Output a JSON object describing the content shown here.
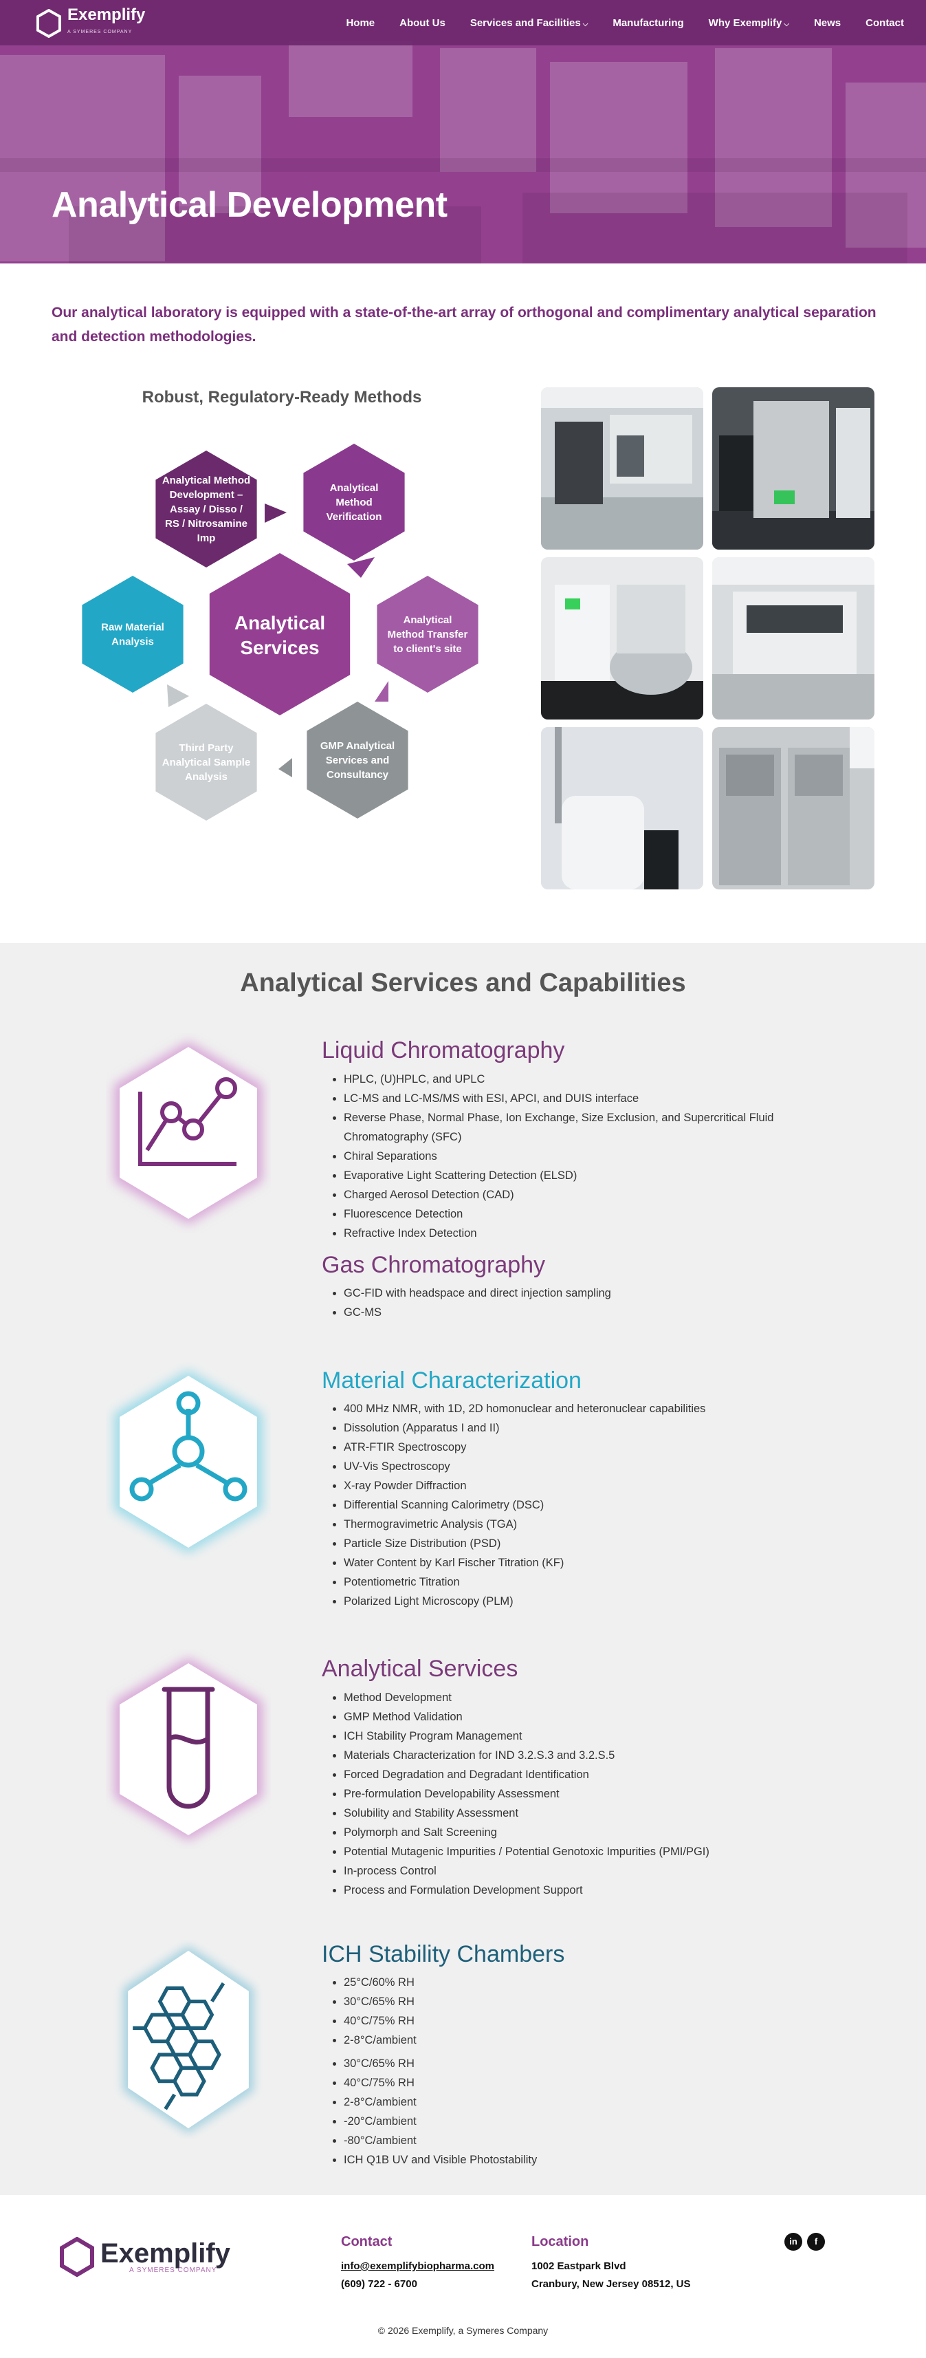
{
  "nav": {
    "logo_text": "Exemplify",
    "logo_sub": "A SYMERES COMPANY",
    "links": [
      {
        "label": "Home",
        "dropdown": false
      },
      {
        "label": "About Us",
        "dropdown": false
      },
      {
        "label": "Services and Facilities",
        "dropdown": true
      },
      {
        "label": "Manufacturing",
        "dropdown": false
      },
      {
        "label": "Why Exemplify",
        "dropdown": true
      },
      {
        "label": "News",
        "dropdown": false
      },
      {
        "label": "Contact",
        "dropdown": false
      }
    ],
    "chevron": "⌵"
  },
  "hero": {
    "title": "Analytical Development"
  },
  "intro": "Our analytical laboratory is equipped with a state-of-the-art array of orthogonal and complimentary analytical separation and detection methodologies.",
  "diagram": {
    "title": "Robust, Regulatory-Ready Methods",
    "center": [
      "Analytical",
      "Services"
    ],
    "nodes": [
      {
        "lines": [
          "Analytical Method",
          "Development –",
          "Assay / Disso /",
          "RS / Nitrosamine",
          "Imp"
        ]
      },
      {
        "lines": [
          "Analytical",
          "Method",
          "Verification"
        ]
      },
      {
        "lines": [
          "Analytical",
          "Method Transfer",
          "to client's site"
        ]
      },
      {
        "lines": [
          "GMP Analytical",
          "Services and",
          "Consultancy"
        ]
      },
      {
        "lines": [
          "Third Party",
          "Analytical Sample",
          "Analysis"
        ]
      },
      {
        "lines": [
          "Raw Material",
          "Analysis"
        ]
      }
    ]
  },
  "capabilities": {
    "title": "Analytical Services and Capabilities",
    "categories": [
      {
        "title": "Liquid Chromatography",
        "items": [
          "HPLC, (U)HPLC, and UPLC",
          "LC-MS and LC-MS/MS with ESI, APCI, and DUIS interface",
          "Reverse Phase, Normal Phase, Ion Exchange, Size Exclusion, and Supercritical Fluid",
          "Chiral Separations",
          "Evaporative Light Scattering Detection (ELSD)",
          "Charged Aerosol Detection (CAD)",
          "Fluorescence Detection",
          "Refractive Index Detection"
        ],
        "wrap_line": "Chromatography (SFC)"
      },
      {
        "title": "Gas Chromatography",
        "items": [
          "GC-FID with headspace and direct injection sampling",
          "GC-MS"
        ]
      },
      {
        "title": "Material Characterization",
        "items": [
          "400 MHz NMR, with 1D, 2D homonuclear and heteronuclear capabilities",
          "Dissolution (Apparatus I and II)",
          "ATR-FTIR Spectroscopy",
          "UV-Vis Spectroscopy",
          "X-ray Powder Diffraction",
          "Differential Scanning Calorimetry (DSC)",
          "Thermogravimetric Analysis (TGA)",
          "Particle Size Distribution (PSD)",
          "Water Content by Karl Fischer Titration (KF)",
          "Potentiometric Titration",
          "Polarized Light Microscopy (PLM)"
        ]
      },
      {
        "title": "Analytical Services",
        "items": [
          "Method Development",
          "GMP Method Validation",
          "ICH Stability Program Management",
          "Materials Characterization for IND 3.2.S.3 and 3.2.S.5",
          "Forced Degradation and Degradant Identification",
          "Pre-formulation Developability Assessment",
          "Solubility and Stability Assessment",
          "Polymorph and Salt Screening",
          "Potential Mutagenic Impurities / Potential Genotoxic Impurities (PMI/PGI)",
          "In-process Control",
          "Process and Formulation Development Support"
        ]
      },
      {
        "title": "ICH Stability Chambers",
        "items": [
          "25°C/60% RH",
          "30°C/65% RH",
          "40°C/75% RH",
          "2-8°C/ambient",
          "30°C/65% RH",
          "40°C/75% RH",
          "2-8°C/ambient",
          "-20°C/ambient",
          "-80°C/ambient",
          "ICH Q1B UV and Visible Photostability"
        ]
      }
    ]
  },
  "footer": {
    "logo_text": "Exemplify",
    "logo_sub": "A SYMERES COMPANY",
    "contact_heading": "Contact",
    "email": "info@exemplifybiopharma.com",
    "phone": "(609) 722 - 6700",
    "location_heading": "Location",
    "address1": "1002 Eastpark Blvd",
    "address2": "Cranbury, New Jersey 08512, US",
    "social": [
      {
        "icon": "linkedin-icon",
        "glyph": "in"
      },
      {
        "icon": "facebook-icon",
        "glyph": "f"
      }
    ],
    "copyright": "© 2026 Exemplify, a Symeres Company"
  },
  "colors": {
    "brand_purple": "#7b2f7c",
    "hero_purple": "#9a4596",
    "teal": "#23a7c6",
    "dark_teal": "#1d5f7a",
    "gray_bg": "#f0f0f0"
  }
}
